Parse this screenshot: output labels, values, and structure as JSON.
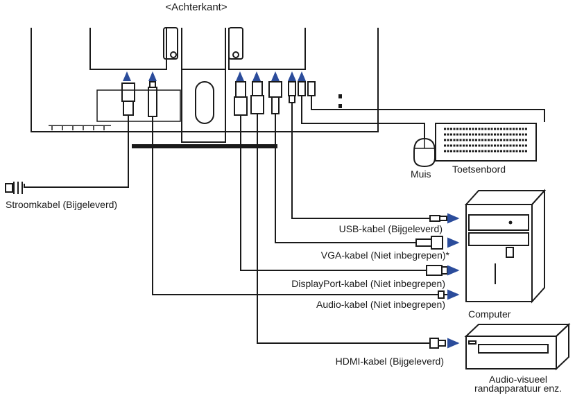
{
  "title": "<Achterkant>",
  "labels": {
    "muis": "Muis",
    "toetsenbord": "Toetsenbord",
    "stroomkabel": "Stroomkabel (Bijgeleverd)",
    "usb": "USB-kabel (Bijgeleverd)",
    "vga": "VGA-kabel (Niet inbegrepen)*",
    "displayport": "DisplayPort-kabel (Niet inbegrepen)",
    "audio": "Audio-kabel (Niet inbegrepen)",
    "computer": "Computer",
    "hdmi": "HDMI-kabel (Bijgeleverd)",
    "av_line1": "Audio-visueel",
    "av_line2": "randapparatuur enz."
  },
  "colors": {
    "line": "#1a1a1a",
    "arrow": "#2b4c9b"
  },
  "icons": [
    "monitor-rear-icon",
    "power-plug-icon",
    "audio-jack-icon",
    "displayport-connector-icon",
    "hdmi-connector-icon",
    "vga-connector-icon",
    "usb-connector-icon",
    "mouse-icon",
    "keyboard-icon",
    "computer-tower-icon",
    "av-device-icon",
    "arrow-right-icon"
  ]
}
